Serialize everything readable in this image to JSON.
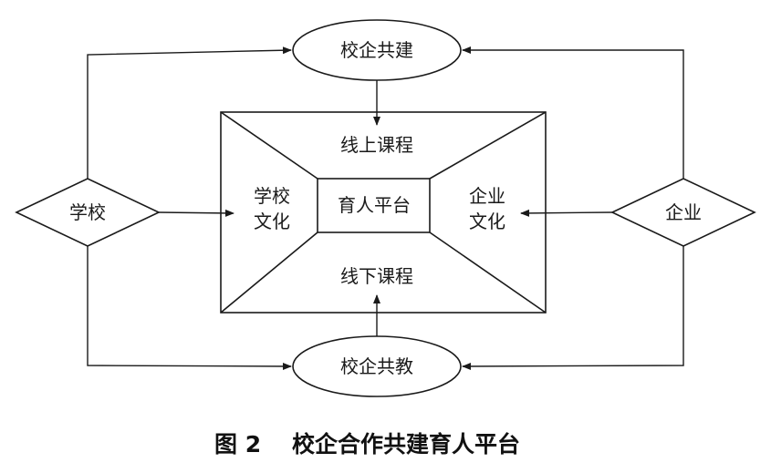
{
  "nodes": {
    "school": "学校",
    "enterprise": "企业",
    "co_build": "校企共建",
    "co_teach": "校企共教",
    "online_course": "线上课程",
    "offline_course": "线下课程",
    "school_culture_1": "学校",
    "school_culture_2": "文化",
    "enterprise_culture_1": "企业",
    "enterprise_culture_2": "文化",
    "platform": "育人平台"
  },
  "caption": {
    "figure": "图 2",
    "title": "校企合作共建育人平台"
  },
  "colors": {
    "line": "#1a1a1a",
    "background": "#ffffff"
  }
}
